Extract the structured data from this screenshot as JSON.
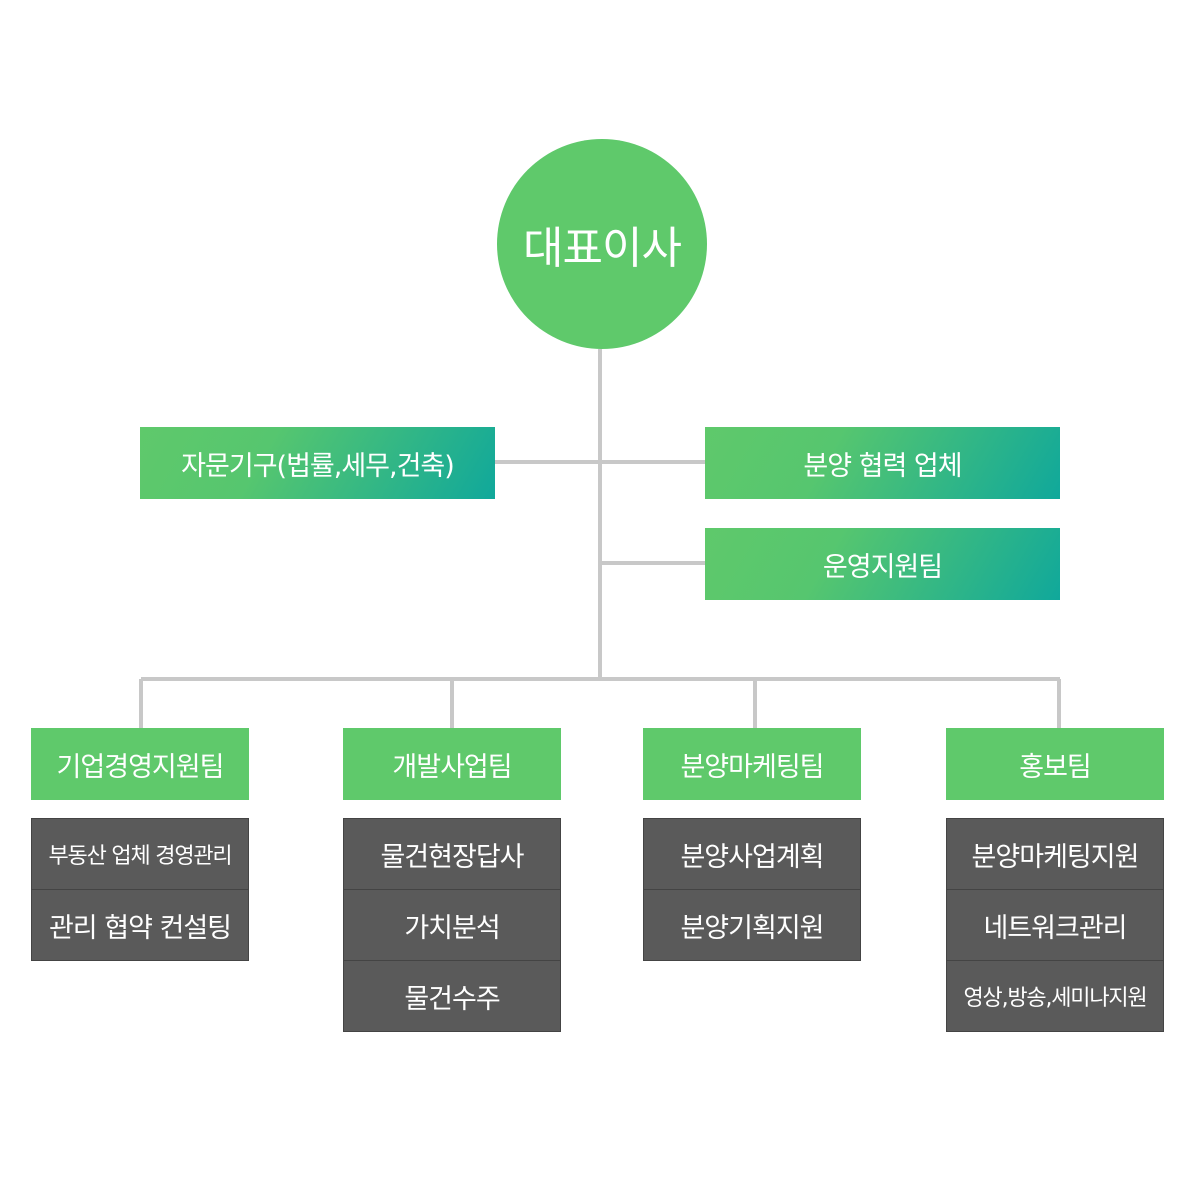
{
  "ceo": {
    "label": "대표이사"
  },
  "side_units": {
    "advisory": "자문기구(법률,세무,건축)",
    "partners": "분양 협력 업체",
    "ops_support": "운영지원팀"
  },
  "teams": [
    {
      "name": "기업경영지원팀",
      "tasks": [
        "부동산 업체 경영관리",
        "관리 협약 컨설팅"
      ]
    },
    {
      "name": "개발사업팀",
      "tasks": [
        "물건현장답사",
        "가치분석",
        "물건수주"
      ]
    },
    {
      "name": "분양마케팅팀",
      "tasks": [
        "분양사업계획",
        "분양기획지원"
      ]
    },
    {
      "name": "홍보팀",
      "tasks": [
        "분양마케팅지원",
        "네트워크관리",
        "영상,방송,세미나지원"
      ]
    }
  ],
  "colors": {
    "green": "#5fc96b",
    "teal": "#10a89b",
    "task_gray": "#5a5a5a",
    "connector": "#c8c8c8"
  }
}
